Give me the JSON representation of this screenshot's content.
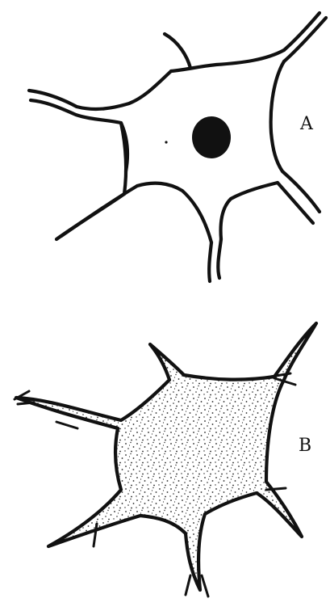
{
  "panels": [
    {
      "id": "A",
      "label": "A"
    },
    {
      "id": "B",
      "label": "B"
    }
  ],
  "colors": {
    "ink": "#111111",
    "paper": "#ffffff"
  }
}
